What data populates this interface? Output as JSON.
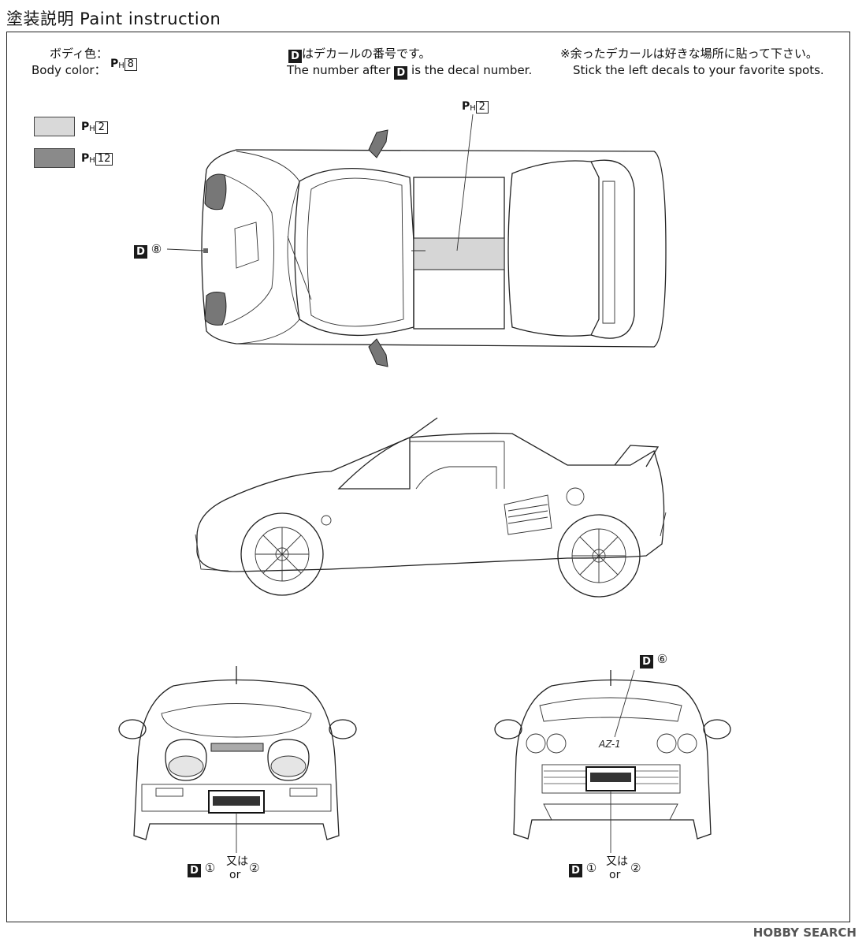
{
  "header": {
    "title": "塗装説明 Paint instruction"
  },
  "body_color": {
    "label_jp": "ボディ色：",
    "label_en": "Body color：",
    "ph": "P",
    "ph_sub": "H",
    "num": "8"
  },
  "decal_note": {
    "badge": "D",
    "line1": "はデカールの番号です。",
    "line2_pre": "The number after",
    "line2_post": "is the decal number."
  },
  "leftover_note": {
    "line1": "※余ったデカールは好きな場所に貼って下さい。",
    "line2": "Stick the left decals to your favorite spots."
  },
  "swatches": [
    {
      "color": "#d9d9d9",
      "ph": "P",
      "ph_sub": "H",
      "num": "2"
    },
    {
      "color": "#8a8a8a",
      "ph": "P",
      "ph_sub": "H",
      "num": "12"
    }
  ],
  "top_view": {
    "roof_callout": {
      "ph": "P",
      "ph_sub": "H",
      "num": "2"
    },
    "hood_decal": {
      "badge": "D",
      "num": "⑧"
    }
  },
  "rear_view": {
    "decal": {
      "badge": "D",
      "num": "⑥"
    },
    "emblem": "AZ-1"
  },
  "front_plate": {
    "badge": "D",
    "n1": "①",
    "jp": "又は",
    "or": "or",
    "n2": "②"
  },
  "rear_plate": {
    "badge": "D",
    "n1": "①",
    "jp": "又は",
    "or": "or",
    "n2": "②"
  },
  "watermark": "HOBBY SEARCH"
}
